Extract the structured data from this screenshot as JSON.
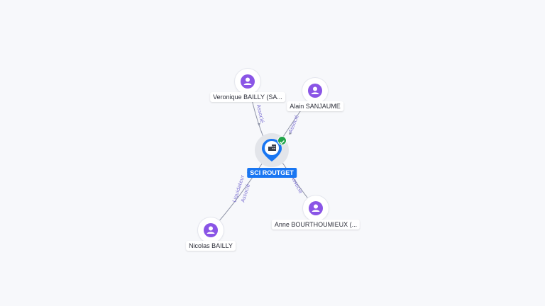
{
  "company": {
    "label": "SCI ROUTGET",
    "icon": "building-icon",
    "badge": "check-icon",
    "color": "#1976f2"
  },
  "persons": [
    {
      "id": "veronique",
      "label": "Veronique BAILLY (SA...",
      "icon": "person-icon",
      "edge_label": "Associé"
    },
    {
      "id": "alain",
      "label": "Alain SANJAUME",
      "icon": "person-icon",
      "edge_label": "Associé"
    },
    {
      "id": "nicolas",
      "label": "Nicolas BAILLY",
      "icon": "person-icon",
      "edge_label": "Liquidateur",
      "edge_label_2": "Associé"
    },
    {
      "id": "anne",
      "label": "Anne BOURTHOUMIEUX (...",
      "icon": "person-icon",
      "edge_label": "Associé"
    }
  ],
  "colors": {
    "person": "#8a55e6",
    "edge": "#8e93a6",
    "edge_label": "#7b6fd1",
    "badge": "#21a44a"
  }
}
